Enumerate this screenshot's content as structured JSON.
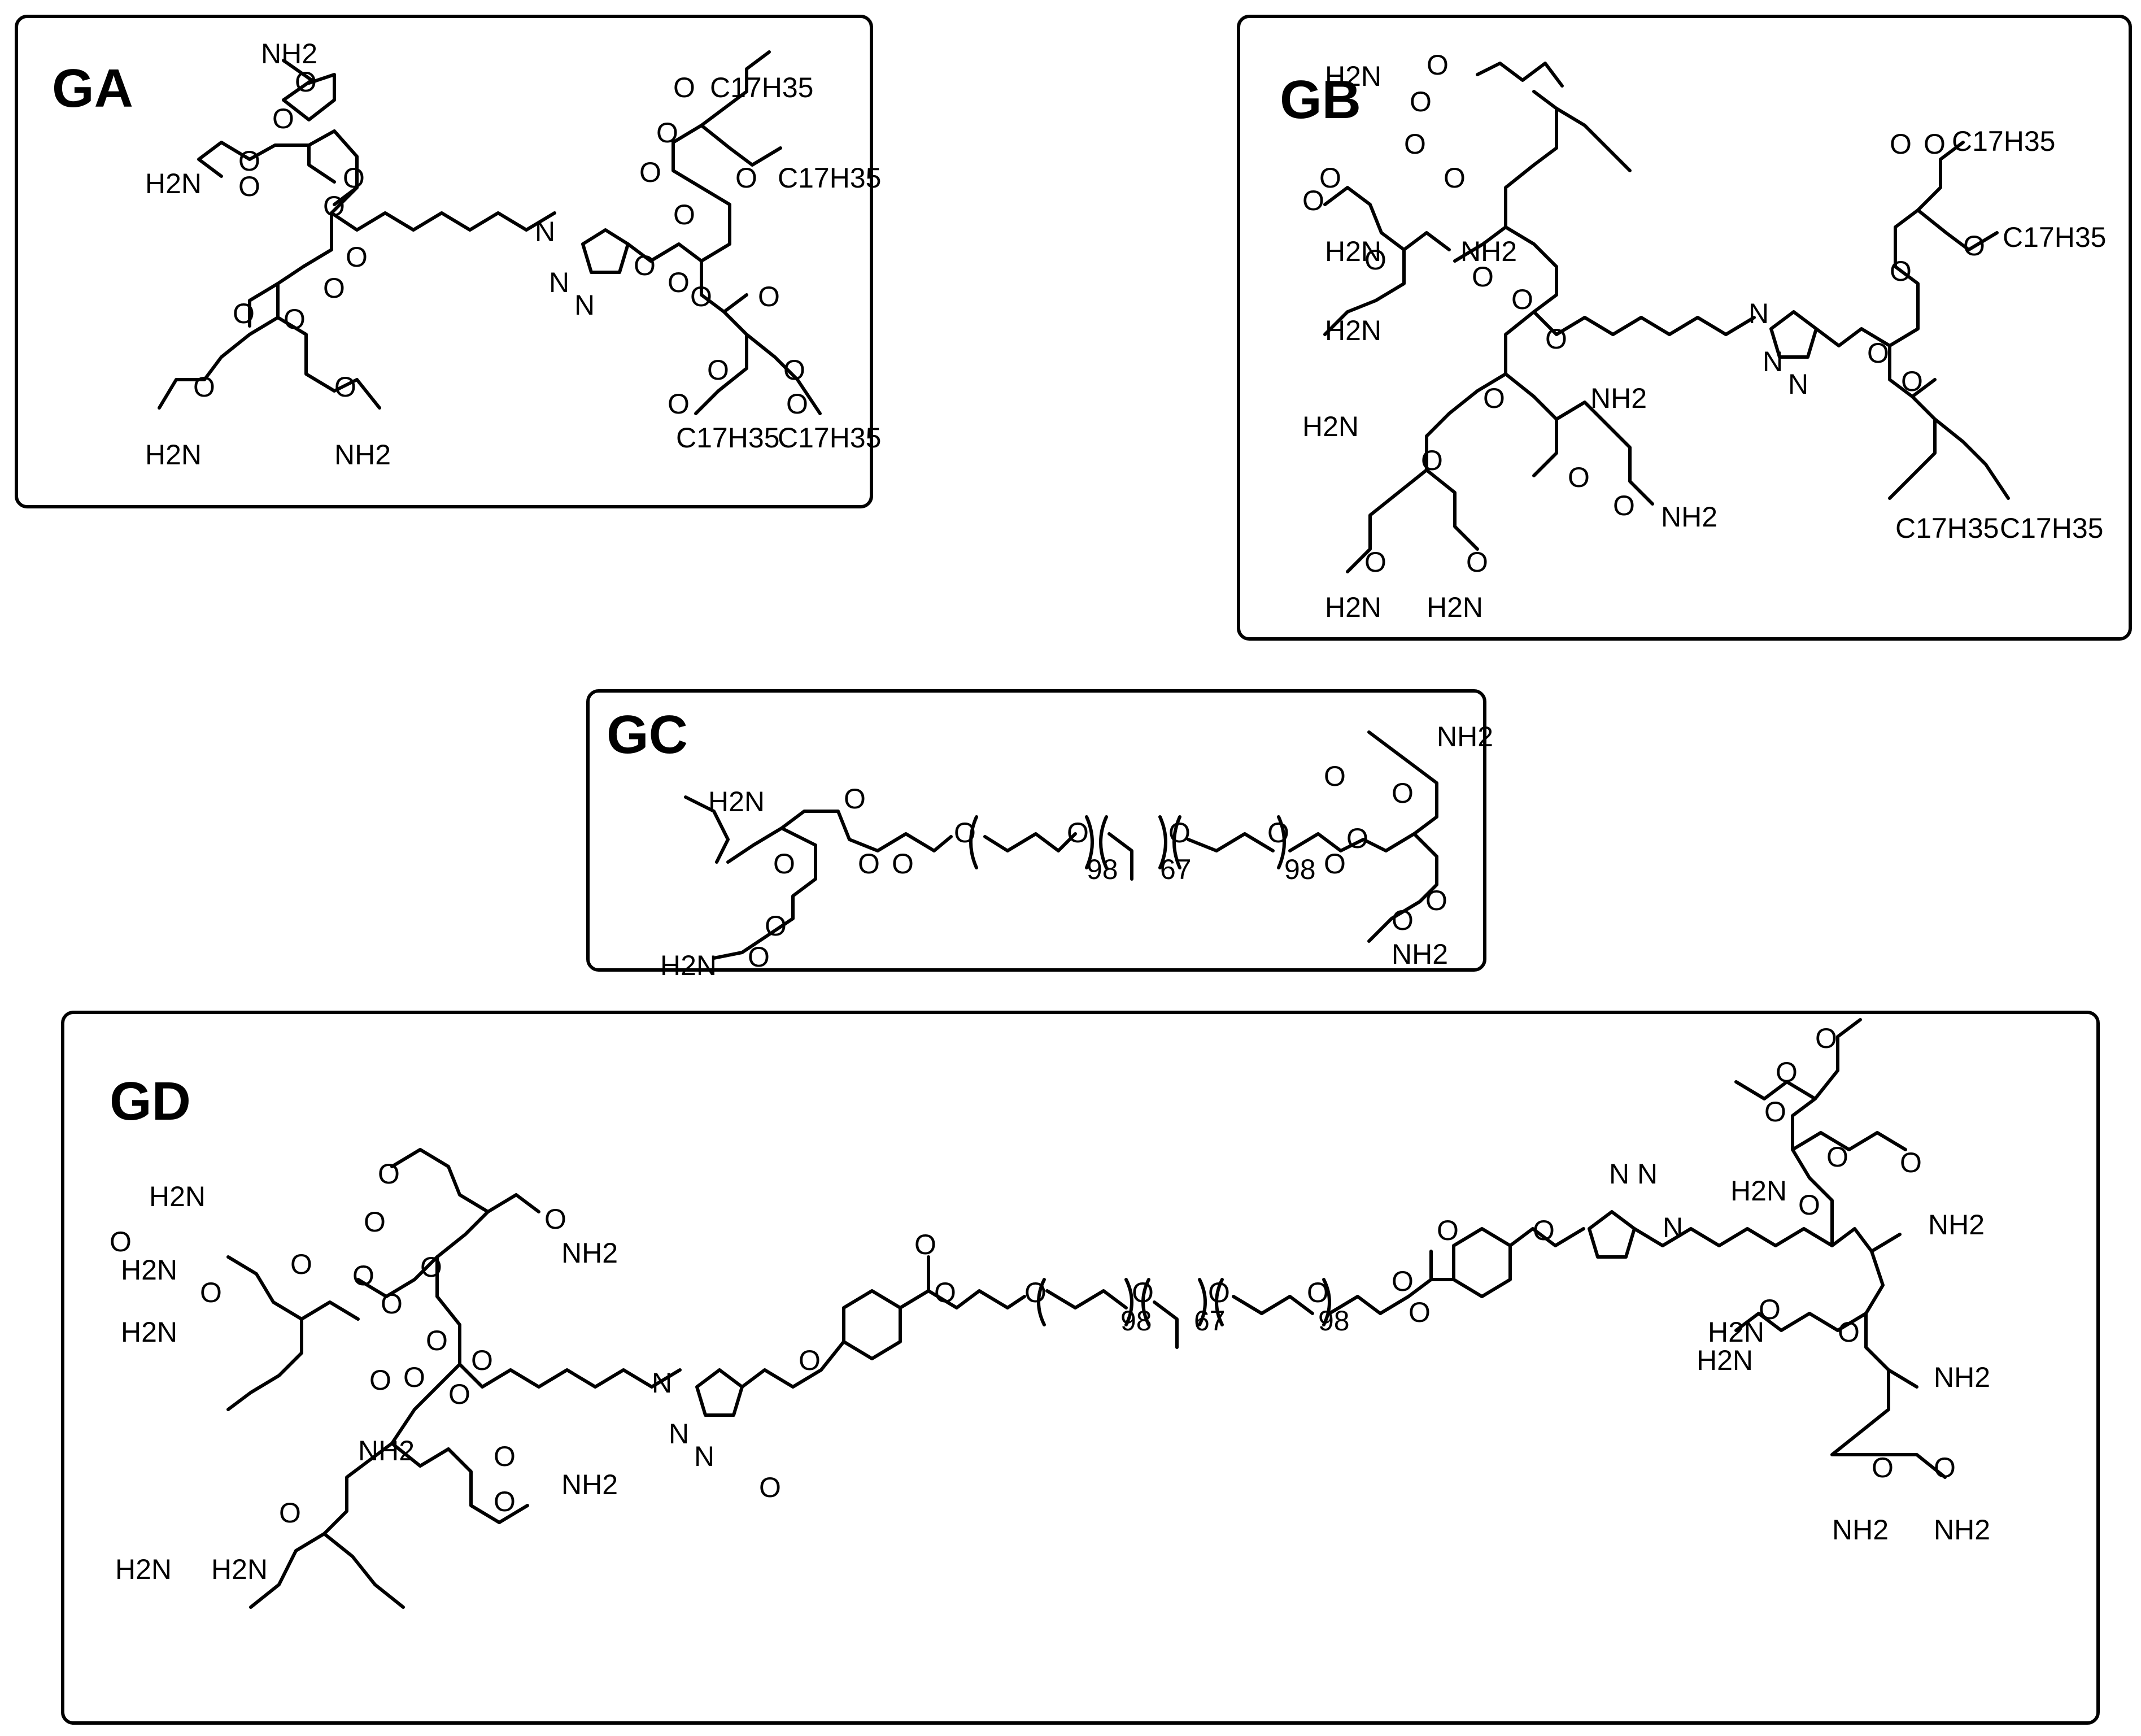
{
  "panels": [
    {
      "id": "ga",
      "label": "GA",
      "atoms": [
        "NH2",
        "O",
        "O",
        "H2N",
        "O",
        "O",
        "O",
        "O",
        "O",
        "O",
        "O",
        "O",
        "N",
        "N",
        "N",
        "O",
        "O",
        "O",
        "C17H35",
        "O",
        "O",
        "C17H35",
        "O",
        "O",
        "O",
        "O",
        "O",
        "O",
        "O",
        "O",
        "O",
        "O",
        "H2N",
        "NH2",
        "C17H35",
        "C17H35"
      ]
    },
    {
      "id": "gb",
      "label": "GB",
      "atoms": [
        "H2N",
        "O",
        "O",
        "O",
        "O",
        "O",
        "O",
        "H2N",
        "NH2",
        "H2N",
        "O",
        "O",
        "O",
        "O",
        "N",
        "N",
        "N",
        "O",
        "O",
        "C17H35",
        "C17H35",
        "O",
        "O",
        "O",
        "O",
        "NH2",
        "H2N",
        "O",
        "O",
        "NH2",
        "O",
        "O",
        "C17H35",
        "C17H35",
        "O",
        "O",
        "H2N",
        "H2N"
      ]
    },
    {
      "id": "gc",
      "label": "GC",
      "atoms": [
        "NH2",
        "O",
        "O",
        "H2N",
        "O",
        "O",
        "O",
        "O",
        "O",
        "O",
        "O",
        "O",
        "O",
        "O",
        "O",
        "O",
        "O",
        "H2N",
        "O",
        "NH2"
      ],
      "repeats": [
        "98",
        "67",
        "98"
      ]
    },
    {
      "id": "gd",
      "label": "GD",
      "atoms": [
        "H2N",
        "O",
        "O",
        "O",
        "O",
        "NH2",
        "H2N",
        "O",
        "O",
        "O",
        "O",
        "O",
        "H2N",
        "O",
        "O",
        "O",
        "N",
        "N",
        "N",
        "O",
        "O",
        "O",
        "O",
        "O",
        "O",
        "O",
        "O",
        "O",
        "O",
        "NH2",
        "O",
        "O",
        "NH2",
        "O",
        "O",
        "H2N",
        "H2N",
        "O",
        "O",
        "O",
        "N",
        "N",
        "N",
        "O",
        "O",
        "O",
        "O",
        "O",
        "O",
        "NH2",
        "H2N",
        "O",
        "O",
        "NH2",
        "H2N",
        "H2N",
        "O",
        "O",
        "NH2",
        "NH2"
      ],
      "repeats": [
        "98",
        "67",
        "98"
      ]
    }
  ]
}
